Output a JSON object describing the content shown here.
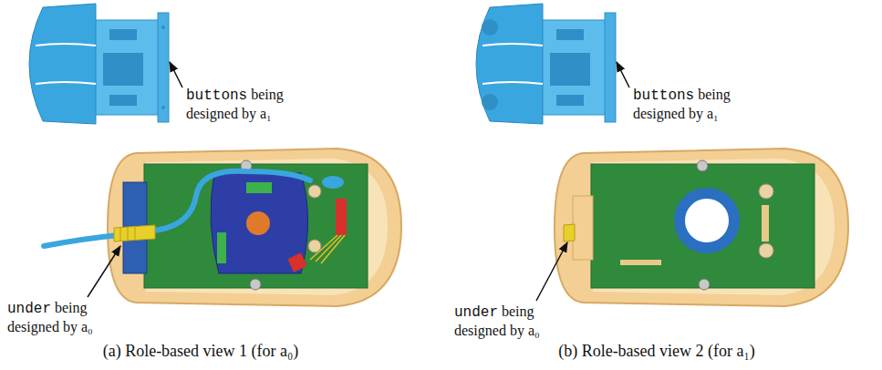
{
  "diagram": {
    "labels": [
      "buttons being designed by a₁",
      "under being designed by a₀",
      "(a) Role-based view 1 (for a₀)",
      "buttons being designed by a₁",
      "under being designed by a₀",
      "(b) Role-based view 2 (for a₁)"
    ]
  }
}
